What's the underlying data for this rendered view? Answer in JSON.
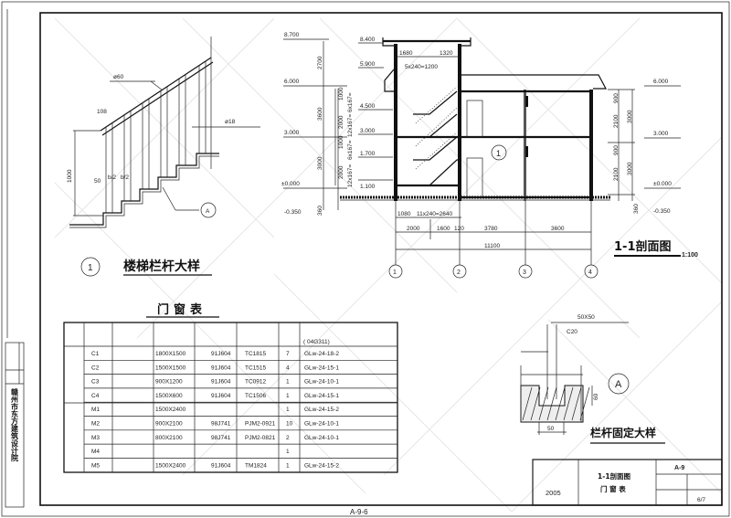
{
  "sidebar": {
    "organization": "赣州市东方建筑设计院"
  },
  "footer": {
    "sheet_code": "A-9-6"
  },
  "stair_detail": {
    "index": "1",
    "title": "楼梯栏杆大样",
    "handrail_dim": "ø60",
    "baluster_dim": "ø18",
    "handrail_width": "108",
    "height": "1000",
    "edge": "50",
    "half_b1": "b/2",
    "half_b2": "b/2",
    "detail_ref": "A"
  },
  "section": {
    "title": "1-1剖面图",
    "scale": "1:100",
    "left_elevations": [
      "8.700",
      "6.000",
      "3.000",
      "±0.000",
      "-0.350"
    ],
    "left_dims": [
      "2700",
      "3600",
      "3000",
      "360"
    ],
    "inner_elevations": [
      "8.400",
      "5.900",
      "4.500",
      "3.000",
      "1.700",
      "1.100"
    ],
    "inner_dims": [
      "1000",
      "2000",
      "1000",
      "2000"
    ],
    "stair_notes": [
      "6x167=",
      "12x167=",
      "6x167=",
      "12x167="
    ],
    "top_dims": [
      "1680",
      "1320",
      "5x240=1200"
    ],
    "bottom_dims_row1": [
      "1080",
      "11x240=2640"
    ],
    "bottom_dims_row2": [
      "2000",
      "1600",
      "120",
      "3780",
      "3600"
    ],
    "total_dim": "11100",
    "axes": [
      "1",
      "2",
      "3",
      "4"
    ],
    "callout": "1",
    "right_elevations": [
      "6.000",
      "3.000",
      "±0.000",
      "-0.350"
    ],
    "right_dims_inner": [
      "900",
      "2100",
      "900",
      "2100"
    ],
    "right_dims_outer": [
      "3000",
      "3000",
      "360"
    ]
  },
  "door_window_table": {
    "title": "门窗表",
    "header_note": "( 04G311)",
    "rows": [
      {
        "code": "C1",
        "size": "1800X1500",
        "atlas": "91J604",
        "model": "TC1815",
        "qty": "7",
        "lintel": "GLw-24-18-2"
      },
      {
        "code": "C2",
        "size": "1500X1500",
        "atlas": "91J604",
        "model": "TC1515",
        "qty": "4",
        "lintel": "GLw-24-15-1"
      },
      {
        "code": "C3",
        "size": "900X1200",
        "atlas": "91J604",
        "model": "TC0912",
        "qty": "1",
        "lintel": "GLw-24-10-1"
      },
      {
        "code": "C4",
        "size": "1500X600",
        "atlas": "91J604",
        "model": "TC1506",
        "qty": "1",
        "lintel": "GLw-24-15-1"
      },
      {
        "code": "M1",
        "size": "1500X2400",
        "atlas": "",
        "model": "",
        "qty": "1",
        "lintel": "GLw-24-15-2"
      },
      {
        "code": "M2",
        "size": "900X2100",
        "atlas": "98J741",
        "model": "PJM2-0921",
        "qty": "10",
        "lintel": "GLw-24-10-1"
      },
      {
        "code": "M3",
        "size": "800X2100",
        "atlas": "98J741",
        "model": "PJM2-0821",
        "qty": "2",
        "lintel": "GLw-24-10-1"
      },
      {
        "code": "M4",
        "size": "",
        "atlas": "",
        "model": "",
        "qty": "1",
        "lintel": ""
      },
      {
        "code": "M5",
        "size": "1500X2400",
        "atlas": "91J604",
        "model": "TM1824",
        "qty": "1",
        "lintel": "GLw-24-15-2"
      }
    ]
  },
  "rail_fix_detail": {
    "title": "栏杆固定大样",
    "section_label": "50X50",
    "concrete": "C20",
    "depth": "60",
    "width": "50",
    "marker": "A"
  },
  "title_block": {
    "year": "2005",
    "drawing_name_1": "1-1剖面图",
    "drawing_name_2": "门 窗 表",
    "drawing_number": "A-9",
    "sheet": "6/7"
  }
}
